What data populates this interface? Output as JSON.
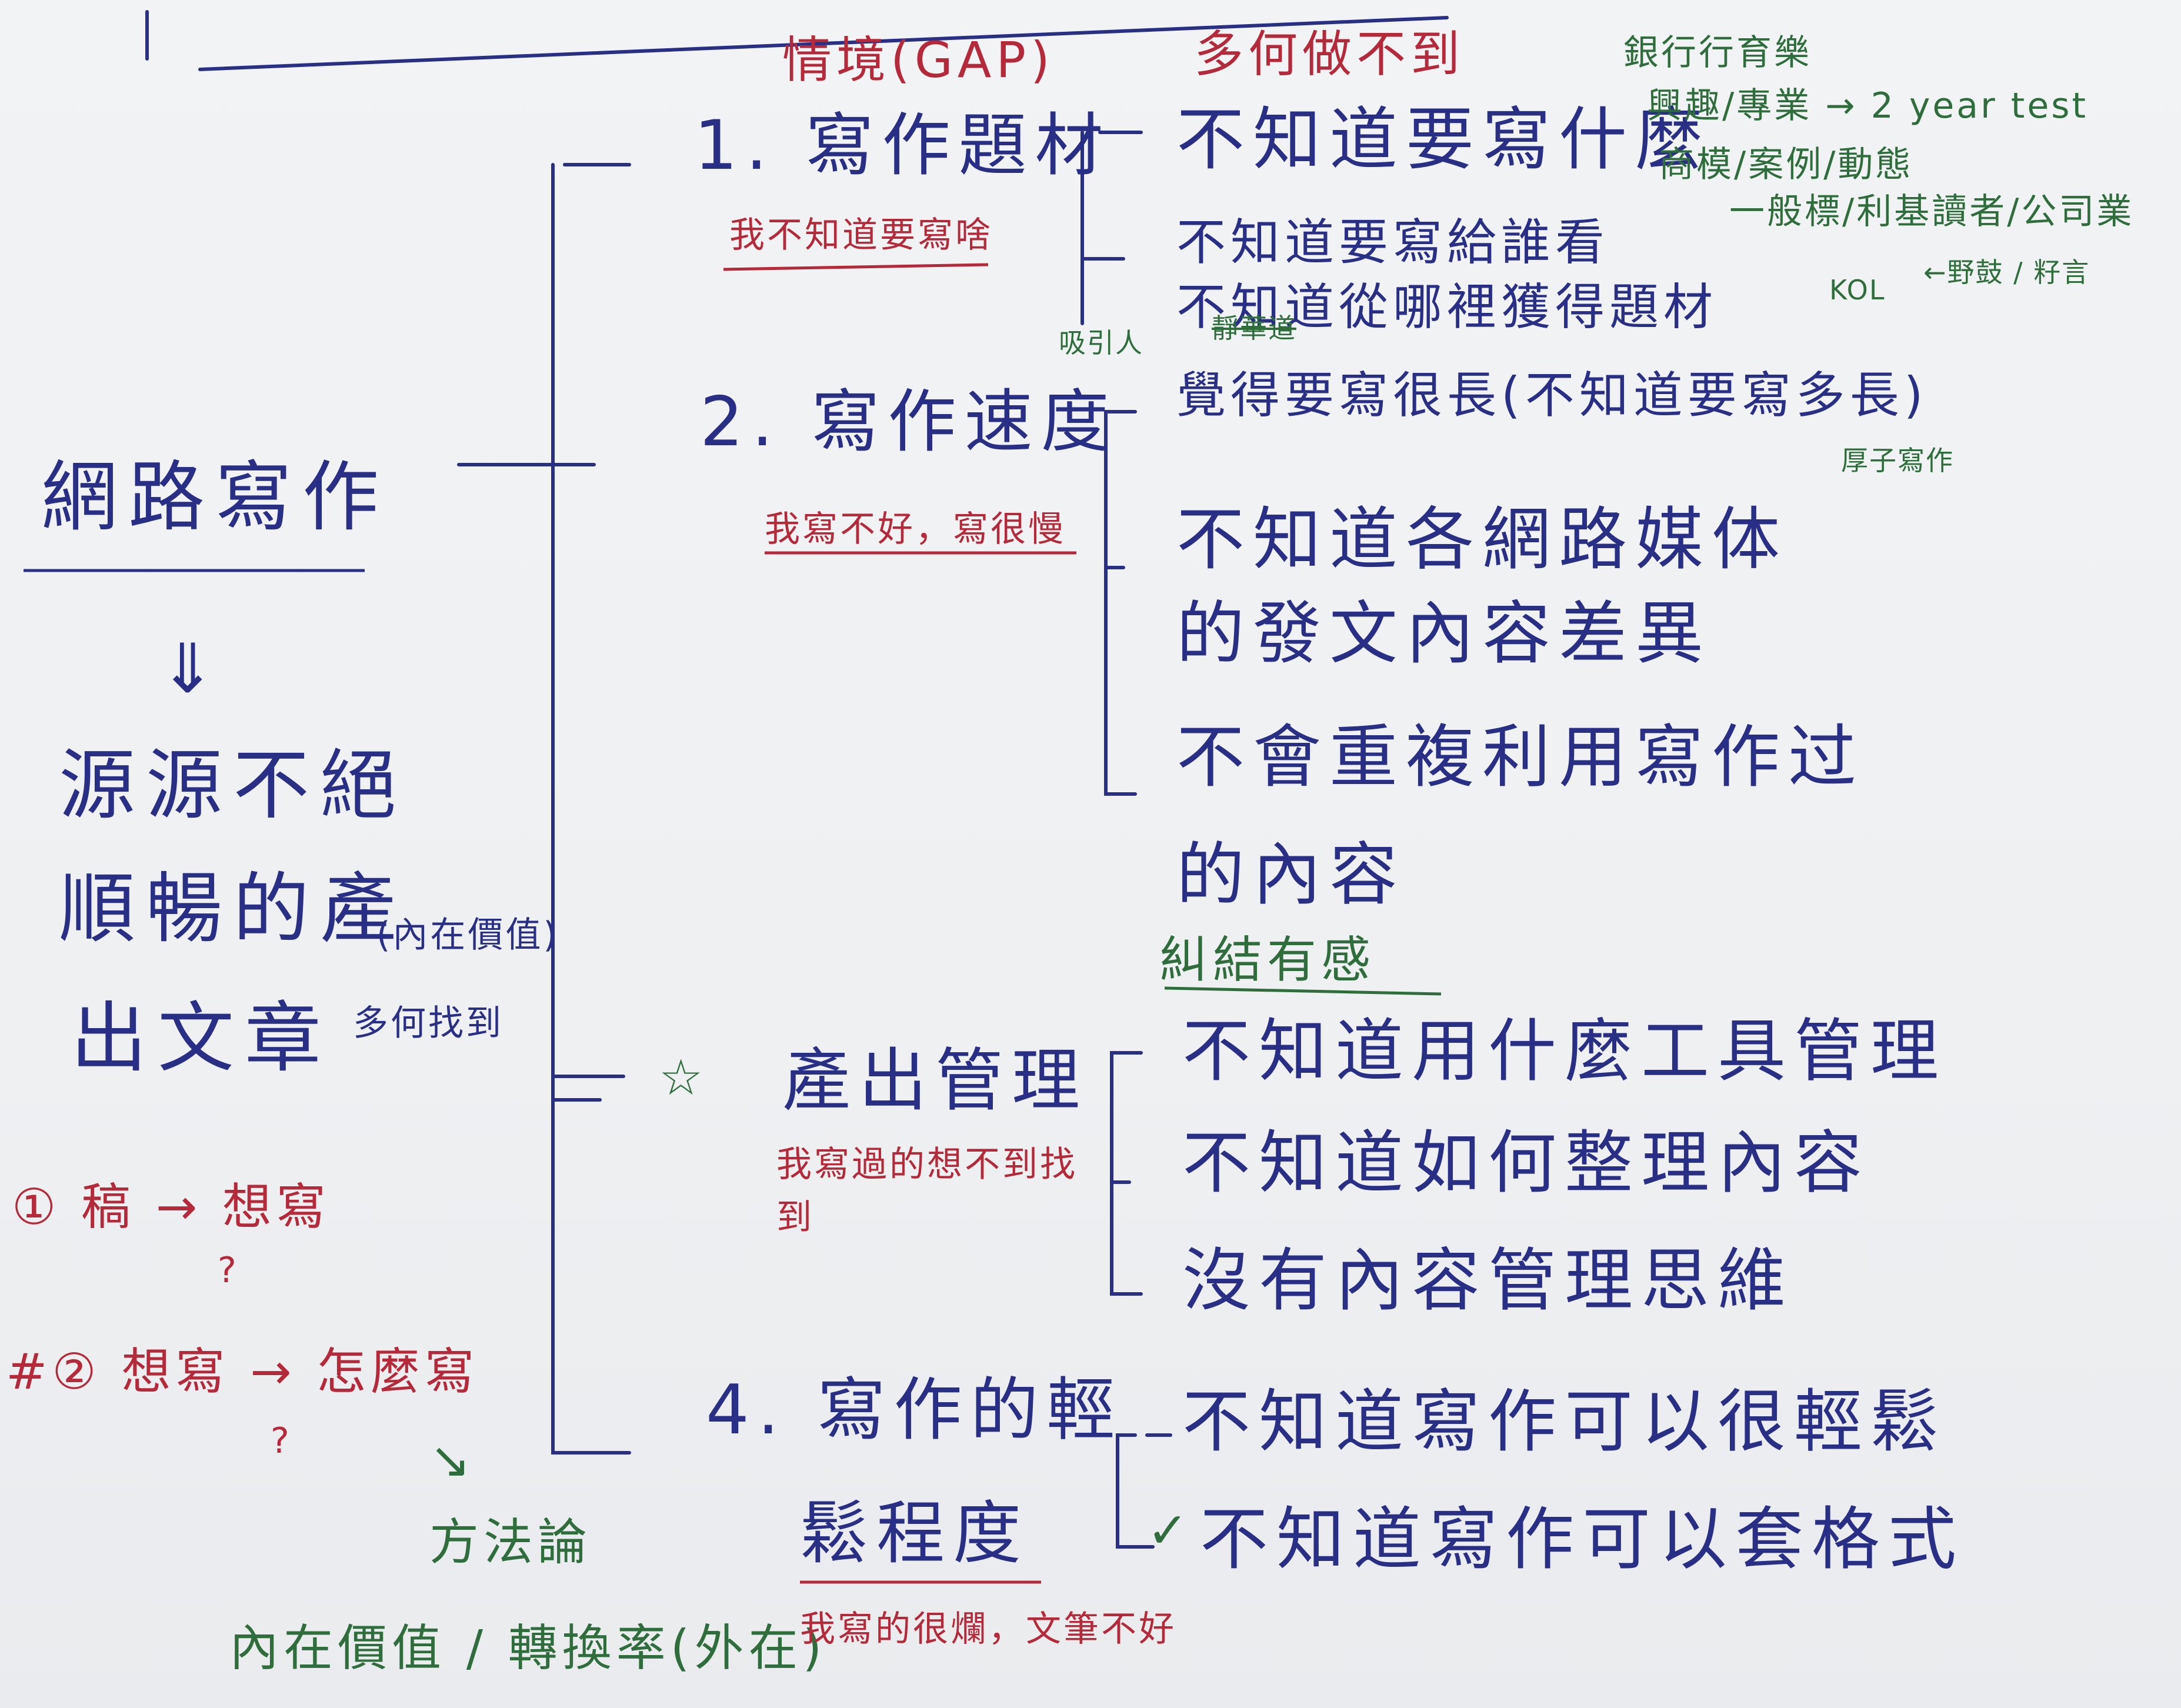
{
  "colors": {
    "ink_blue": "#2a2f86",
    "ink_red": "#b52a3a",
    "ink_green": "#2f6e3c",
    "paper": "#eef0f2"
  },
  "headers": {
    "situation": "情境(GAP)",
    "how_to": "多何做不到"
  },
  "root": {
    "title": "網路寫作",
    "arrow": "⇓",
    "goal": [
      "源源不絕",
      "順暢的產",
      "出文章"
    ]
  },
  "left_notes": {
    "intrinsic": "(內在價值)",
    "how_value": "多何找到",
    "step1": "① 稿 → 想寫",
    "q1": "?",
    "step2": "#② 想寫 → 怎麼寫",
    "q2": "?",
    "arrow_down": "↘",
    "method": "方法論",
    "bottom": "內在價值 / 轉換率(外在)"
  },
  "branches": [
    {
      "label": "1. 寫作題材",
      "gap": "我不知道要寫啥",
      "items": [
        "不知道要寫什麼",
        "不知道要寫給誰看",
        "不知道從哪裡獲得題材"
      ],
      "notes": {
        "aside1": "銀行行育樂",
        "aside2": "興趣/專業 → 2 year test",
        "aside3": "商模/案例/動態",
        "audience": "一般標/利基讀者/公司業",
        "kol": "KOL",
        "arrow_note": "←野鼓 / 籽言",
        "attract": "吸引人",
        "crossed": "靜華道"
      }
    },
    {
      "label": "2. 寫作速度",
      "gap": "我寫不好，寫很慢",
      "items": [
        "覺得要寫很長(不知道要寫多長)",
        "不知道各網路媒体",
        "的發文內容差異",
        "不會重複利用寫作过",
        "的內容"
      ],
      "notes": {
        "slow": "厚子寫作",
        "stuck": "糾結有感"
      }
    },
    {
      "label": "產出管理",
      "gap_line1": "我寫過的想不到找",
      "gap_line2": "到",
      "items": [
        "不知道用什麼工具管理",
        "不知道如何整理內容",
        "沒有內容管理思維"
      ]
    },
    {
      "label_line1": "4. 寫作的輕",
      "label_line2": "鬆程度",
      "gap": "我寫的很爛，文筆不好",
      "items": [
        "不知道寫作可以很輕鬆",
        "不知道寫作可以套格式"
      ],
      "check": "✓"
    }
  ]
}
